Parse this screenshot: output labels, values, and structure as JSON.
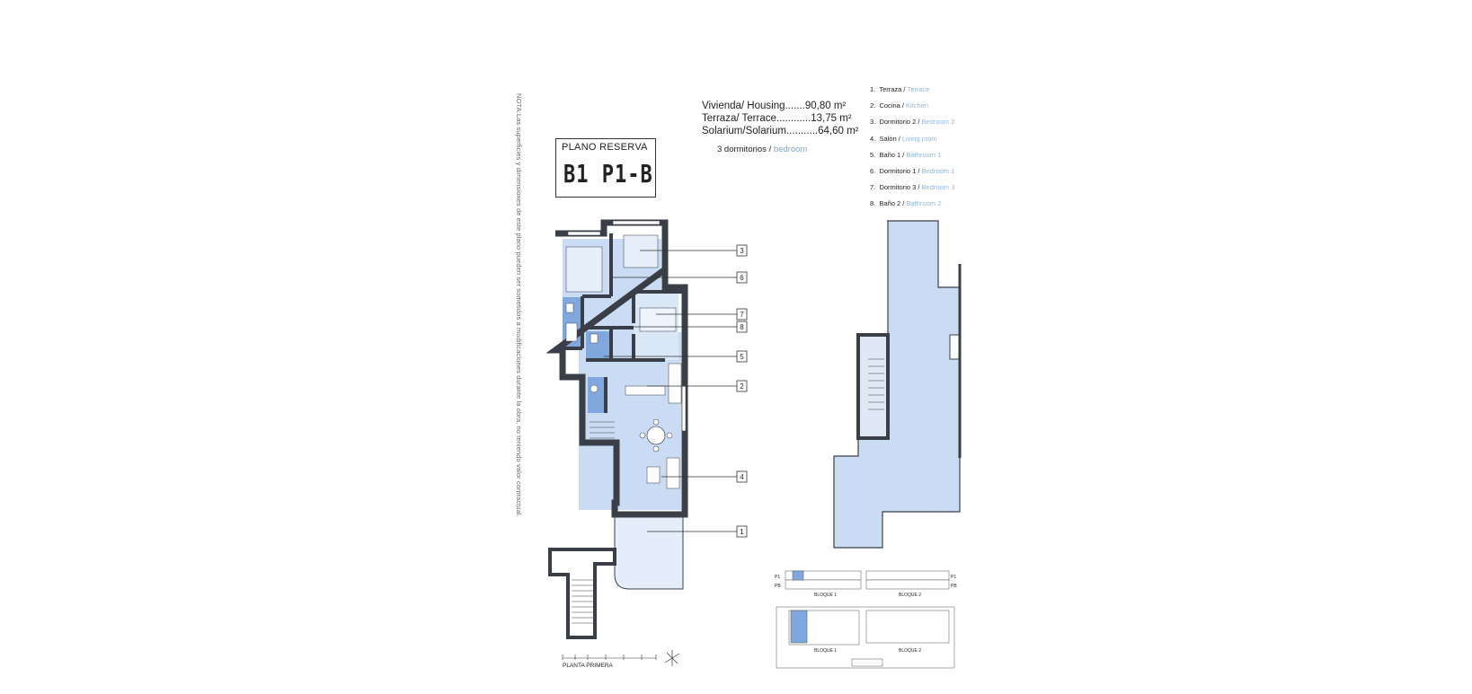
{
  "note": "NOTA:Las superficies y dimensiones de este plano pueden ser sometidos a modificaciones durante la obra, no teniendo valor contractual.",
  "reserva": {
    "label": "PLANO RESERVA",
    "code": "B1 P1-B"
  },
  "areas": [
    {
      "label": "Vivienda/ Housing.......",
      "value": "90,80 m²"
    },
    {
      "label": "Terraza/ Terrace............",
      "value": "13,75 m²"
    },
    {
      "label": "Solarium/Solarium...........",
      "value": "64,60 m²"
    }
  ],
  "bedrooms": {
    "es": "3 dormitorios /",
    "en": "bedroom"
  },
  "legend": [
    {
      "num": "1.",
      "es": "Terraza /",
      "en": "Terrace"
    },
    {
      "num": "2.",
      "es": "Cocina /",
      "en": "Kitchen"
    },
    {
      "num": "3.",
      "es": "Dormitorio 2 /",
      "en": "Bedroom 2"
    },
    {
      "num": "4.",
      "es": "Salón /",
      "en": "Living room"
    },
    {
      "num": "5.",
      "es": "Baño 1 /",
      "en": "Bathroom 1"
    },
    {
      "num": "6.",
      "es": "Dormitorio 1 /",
      "en": "Bedroom 1"
    },
    {
      "num": "7.",
      "es": "Dormitorio 3 /",
      "en": "Bedroom 3"
    },
    {
      "num": "8.",
      "es": "Baño 2 /",
      "en": "Bathroom 2"
    }
  ],
  "callouts": [
    "3",
    "6",
    "7",
    "8",
    "5",
    "2",
    "4",
    "1"
  ],
  "floor_label": "PLANTA PRIMERA",
  "key_plan": {
    "block1": "BLOQUE 1",
    "block2": "BLOQUE 2",
    "level_p1": "P1",
    "level_pb": "PB"
  },
  "colors": {
    "room_fill": "#c9dcf3",
    "bath_fill": "#7fa9de",
    "wall": "#3a3f47",
    "terrace_fill": "#e3eefa",
    "accent_text": "#7aa6d6"
  }
}
